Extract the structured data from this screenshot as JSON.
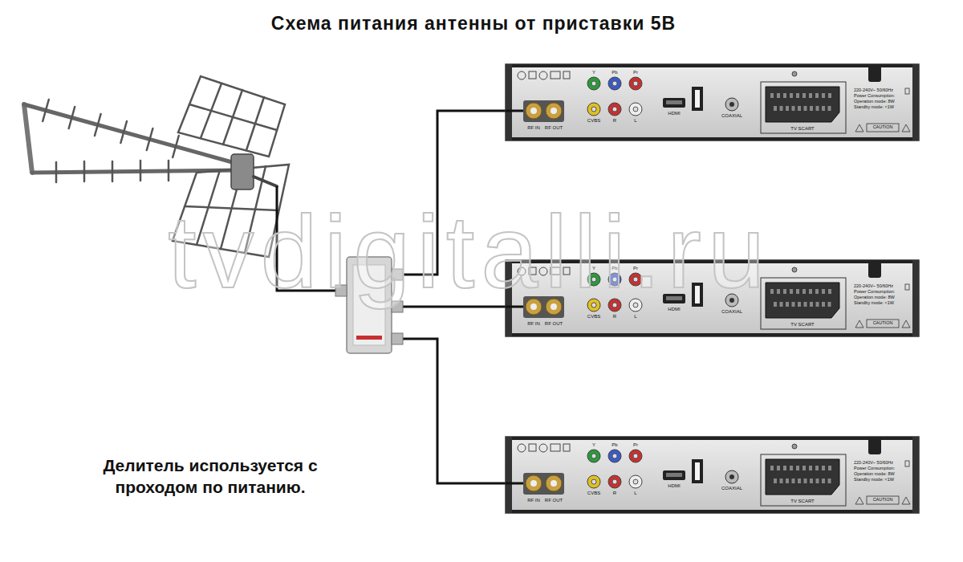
{
  "diagram": {
    "title": "Схема питания антенны от приставки 5В",
    "nodes": [
      {
        "text": [
          "RF IN",
          "RF OUT",
          "Y",
          "Pb",
          "Pr",
          "CVBS",
          "R",
          "L",
          "HDMI",
          "COAXIAL",
          "TV SCART",
          "220-240V~ 50/60Hz",
          "Power Consumption:",
          "Operation mode: 8W",
          "Standby mode: <1W",
          "CAUTION"
        ]
      },
      {
        "text": [
          "RF IN",
          "RF OUT",
          "Y",
          "Pb",
          "Pr",
          "CVBS",
          "R",
          "L",
          "HDMI",
          "COAXIAL",
          "TV SCART",
          "220-240V~ 50/60Hz",
          "Power Consumption:",
          "Operation mode: 8W",
          "Standby mode: <1W",
          "CAUTION"
        ]
      },
      {
        "text": [
          "RF IN",
          "RF OUT",
          "Y",
          "Pb",
          "Pr",
          "CVBS",
          "R",
          "L",
          "HDMI",
          "COAXIAL",
          "TV SCART",
          "220-240V~ 50/60Hz",
          "Power Consumption:",
          "Operation mode: 8W",
          "Standby mode: <1W",
          "CAUTION"
        ]
      }
    ],
    "labels": [
      "tvdigitalli.ru",
      "Делитель используется с проходом по питанию."
    ]
  }
}
